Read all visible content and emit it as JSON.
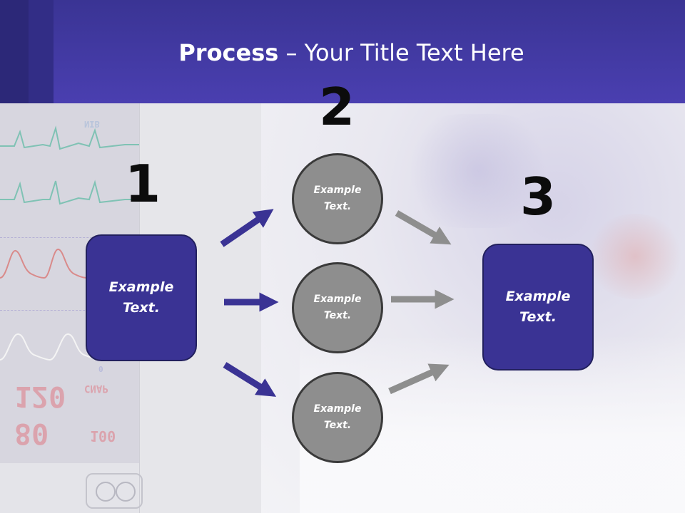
{
  "slide": {
    "title_bold": "Process",
    "title_rest": " – Your Title Text Here"
  },
  "steps": [
    {
      "number": "1",
      "label": "Example\nText."
    },
    {
      "number": "2",
      "circles": [
        "Example\nText.",
        "Example\nText.",
        "Example\nText."
      ]
    },
    {
      "number": "3",
      "label": "Example\nText."
    }
  ],
  "background_monitor": {
    "readouts": [
      "120",
      "80",
      "100",
      "CNAP",
      "NIB",
      "0"
    ]
  },
  "colors": {
    "header": "#4a3fb0",
    "box_fill": "#3a3394",
    "circle_fill": "#8e8e8e",
    "arrow_left": "#3a3394",
    "arrow_right": "#8e8e8e"
  }
}
